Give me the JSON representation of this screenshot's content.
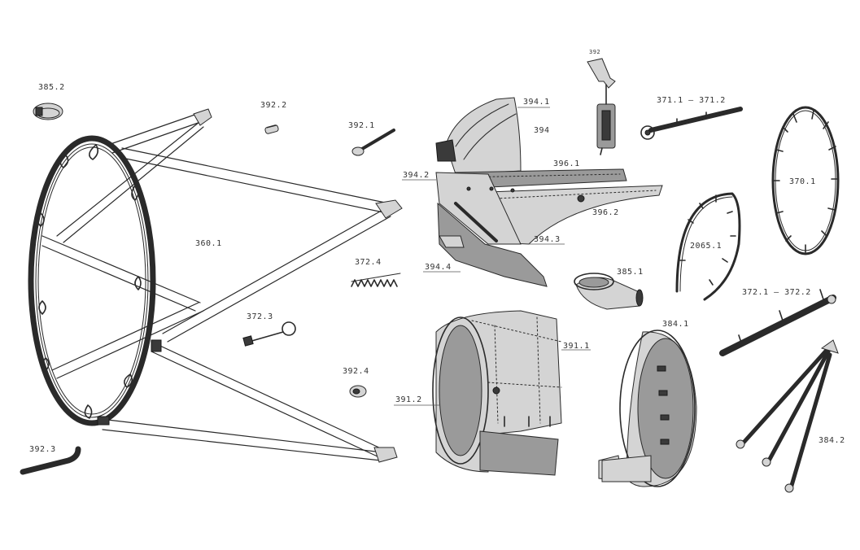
{
  "labels": {
    "p385_2": "385.2",
    "p392_2": "392.2",
    "p392_1": "392.1",
    "p394_1": "394.1",
    "p394": "394",
    "p392": "392",
    "p371": "371.1 — 371.2",
    "p396_1": "396.1",
    "p394_2": "394.2",
    "p370_1": "370.1",
    "p396_2": "396.2",
    "p360_1": "360.1",
    "p394_3": "394.3",
    "p2065_1": "2065.1",
    "p372_4": "372.4",
    "p394_4": "394.4",
    "p385_1": "385.1",
    "p372_12": "372.1 — 372.2",
    "p372_3": "372.3",
    "p384_1": "384.1",
    "p391_1": "391.1",
    "p392_4": "392.4",
    "p391_2": "391.2",
    "p392_3": "392.3",
    "p384_2": "384.2"
  }
}
